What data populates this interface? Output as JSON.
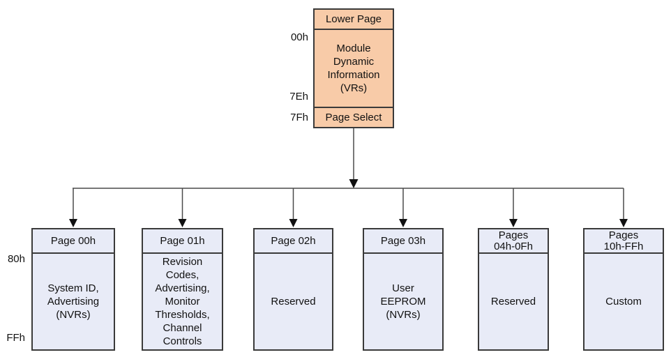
{
  "diagram": {
    "top_box": {
      "fill": "#F8CBA8",
      "border": "#3a3a3a",
      "header": "Lower Page",
      "body": "Module\nDynamic\nInformation\n(VRs)",
      "footer": "Page Select",
      "address_labels": {
        "body_start": "00h",
        "body_end": "7Eh",
        "page_select": "7Fh"
      }
    },
    "bottom_row": {
      "fill": "#E8EBF7",
      "border": "#3a3a3a",
      "address_labels": {
        "row_start": "80h",
        "row_end": "FFh"
      },
      "pages": [
        {
          "header": "Page 00h",
          "body": "System ID,\nAdvertising\n(NVRs)"
        },
        {
          "header": "Page 01h",
          "body": "Revision\nCodes,\nAdvertising,\nMonitor\nThresholds,\nChannel\nControls"
        },
        {
          "header": "Page 02h",
          "body": "Reserved"
        },
        {
          "header": "Page 03h",
          "body": "User\nEEPROM\n(NVRs)"
        },
        {
          "header": "Pages\n04h-0Fh",
          "body": "Reserved"
        },
        {
          "header": "Pages\n10h-FFh",
          "body": "Custom"
        }
      ]
    },
    "connector_color": "#4a4a4a",
    "arrow_color": "#111111"
  }
}
